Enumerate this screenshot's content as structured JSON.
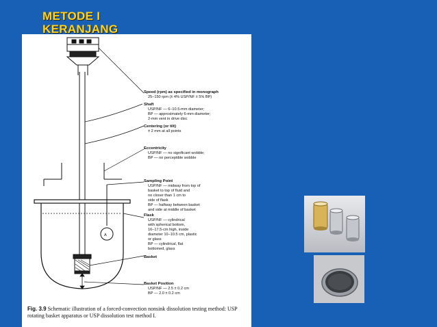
{
  "slide": {
    "title_line1": "METODE  I",
    "title_line2": "KERANJANG"
  },
  "diagram": {
    "labels": {
      "speed_h": "Speed (rpm) as specified in monograph",
      "speed_1": "25–150 rpm (± 4% USP/NF  ± 5% BP)",
      "shaft_h": "Shaft",
      "shaft_1": "USP/NF — 6–10.5-mm diameter;",
      "shaft_2": "BP — approximately 6-mm diameter;",
      "shaft_3": "2-mm vent in drive disc",
      "centering_h": "Centering (or tilt)",
      "centering_1": "± 2 mm at all points",
      "ecc_h": "Eccentricity",
      "ecc_1": "USP/NF — no significant wobble;",
      "ecc_2": "BP — no perceptible wobble",
      "samp_h": "Sampling Point",
      "samp_1": "USP/NF — midway from top of",
      "samp_2": "basket to top of fluid and",
      "samp_3": "no closer than 1 cm to",
      "samp_4": "side of flask",
      "samp_5": "BP — halfway between basket",
      "samp_6": "and side at middle of basket",
      "flask_h": "Flask",
      "flask_1": "USP/NF — cylindrical",
      "flask_2": "with spherical bottom,",
      "flask_3": "16–17.5-cm high, inside",
      "flask_4": "diameter 10–10.5 cm, plastic",
      "flask_5": "or glass",
      "flask_6": "BP — cylindrical, flat",
      "flask_7": "bottomed, glass",
      "basket_h": "Basket",
      "pos_h": "Basket Position",
      "pos_1": "USP/NF — 2.5 ± 0.2 cm",
      "pos_2": "BP — 2.0 ± 0.2 cm",
      "marker_a": "A"
    },
    "caption_fig": "Fig. 3.9",
    "caption_text": "Schematic illustration of a forced-convection nonsink dissolution testing method: USP rotating basket apparatus or USP dissolution test method I."
  }
}
